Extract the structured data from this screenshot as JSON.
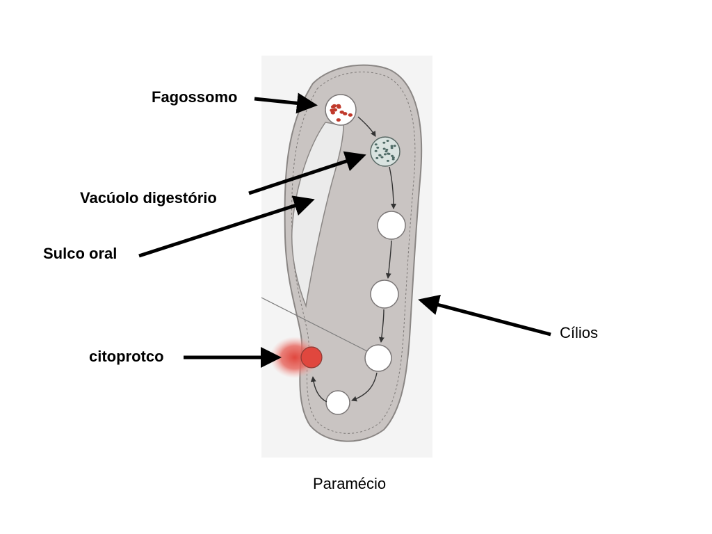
{
  "diagram": {
    "caption": "Paramécio",
    "labels": {
      "fagossomo": "Fagossomo",
      "vacuolo_digestorio": "Vacúolo digestório",
      "sulco_oral": "Sulco oral",
      "citoprotco": "citoprotco",
      "cilios": "Cílios"
    },
    "colors": {
      "cell_body": "#c9c4c2",
      "cell_outline": "#8a8684",
      "oral_groove": "#e8e8e8",
      "vacuole_fill": "#ffffff",
      "phagosome_particles": "#c0392b",
      "digestive_particles": "#4f6b66",
      "cytoproct_red": "#e0473e",
      "arrow": "#000000"
    }
  }
}
